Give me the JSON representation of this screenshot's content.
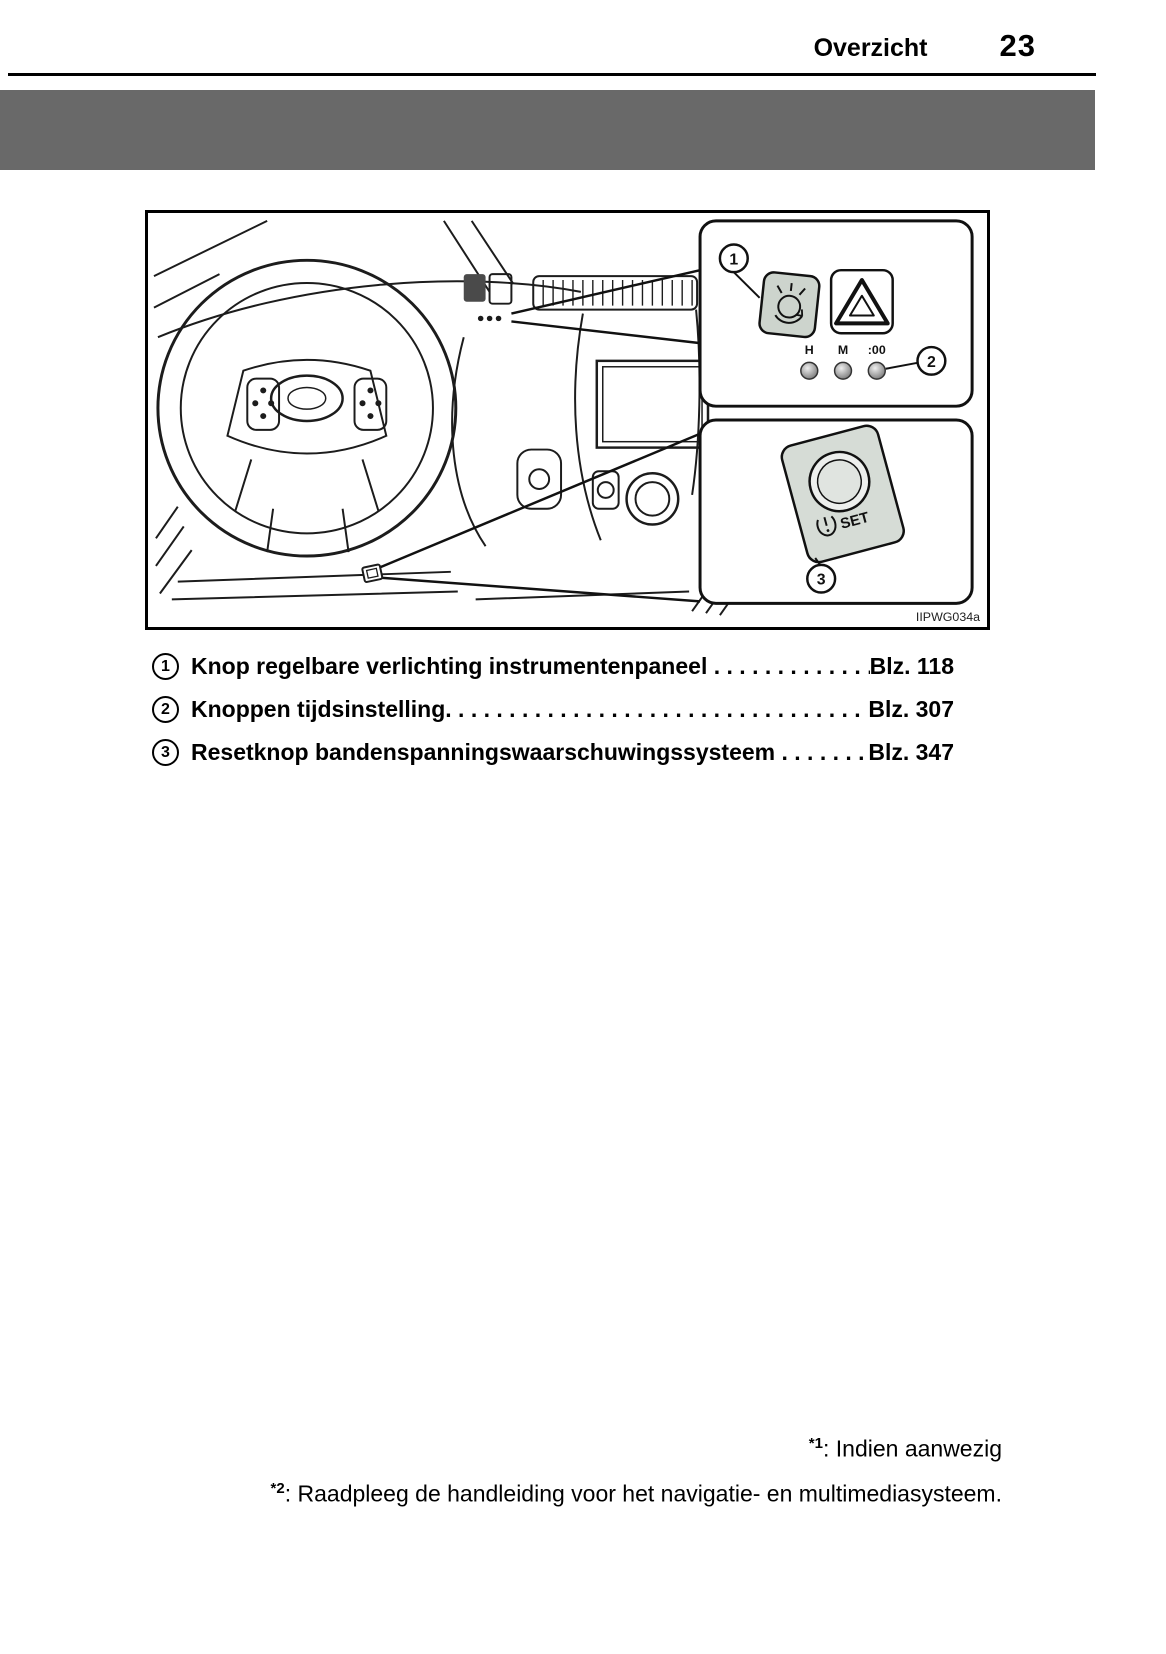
{
  "header": {
    "section_title": "Overzicht",
    "page_number": "23"
  },
  "colors": {
    "banner_gray": "#696969"
  },
  "figure": {
    "code": "IIPWG034a",
    "callout_1": "1",
    "callout_2": "2",
    "callout_3": "3",
    "clock_label_h": "H",
    "clock_label_m": "M",
    "clock_label_00": ":00",
    "set_label": "SET"
  },
  "legend": [
    {
      "num": "1",
      "label": "Knop regelbare verlichting instrumentenpaneel",
      "dots": " . . . . . . . . . . . . . . . . . . . . . . . . . . . . . . . . . . . . . . . . . . .",
      "page": "Blz. 118"
    },
    {
      "num": "2",
      "label": "Knoppen tijdsinstelling",
      "dots": ". . . . . . . . . . . . . . . . . . . . . . . . . . . . . . . . . . . . . . . . . . . .",
      "page": "Blz. 307"
    },
    {
      "num": "3",
      "label": "Resetknop bandenspanningswaarschuwingssysteem",
      "dots": " . . . . . . . . . . . . . . . . . . . . . . . . . . . . . . . . . . . . . . . . . . .",
      "page": "Blz. 347"
    }
  ],
  "footnotes": [
    {
      "marker": "*1",
      "text": ": Indien aanwezig"
    },
    {
      "marker": "*2",
      "text": ": Raadpleeg de handleiding voor het navigatie- en multimediasysteem."
    }
  ]
}
